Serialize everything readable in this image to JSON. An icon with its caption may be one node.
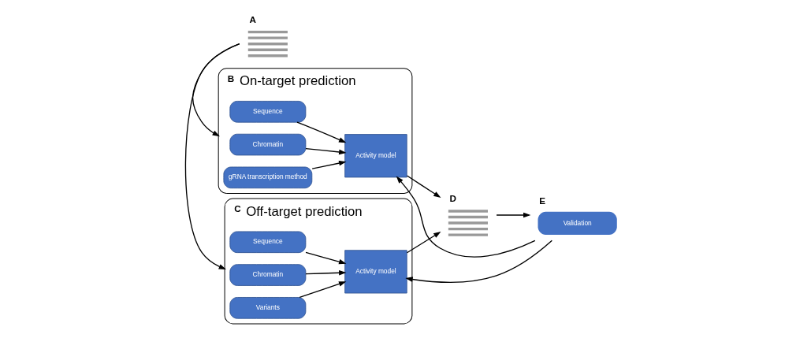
{
  "diagram": {
    "nodes": [
      {
        "text": [
          "On-target prediction"
        ],
        "beside": [
          "B"
        ]
      },
      {
        "text": [
          "Sequence"
        ],
        "in": 0
      },
      {
        "text": [
          "Chromatin"
        ],
        "in": 0
      },
      {
        "text": [
          "gRNA transcription method"
        ],
        "in": 0
      },
      {
        "text": [
          "Activity model"
        ],
        "in": 0
      },
      {
        "text": [
          "Off-target prediction"
        ],
        "beside": [
          "C"
        ]
      },
      {
        "text": [
          "Sequence"
        ],
        "in": 5
      },
      {
        "text": [
          "Chromatin"
        ],
        "in": 5
      },
      {
        "text": [
          "Variants"
        ],
        "in": 5
      },
      {
        "text": [
          "Activity model"
        ],
        "in": 5
      },
      {
        "text": [],
        "shape": "bar",
        "beside": [
          "A"
        ]
      },
      {
        "text": [],
        "shape": "bar",
        "beside": [
          "D"
        ]
      },
      {
        "text": [
          "Validation"
        ],
        "beside": [
          "E"
        ]
      }
    ],
    "edges": [
      {
        "from": 10,
        "to": 0,
        "arrow": "to"
      },
      {
        "from": 10,
        "to": 5,
        "arrow": "to"
      },
      {
        "from": 1,
        "to": 4,
        "arrow": "to"
      },
      {
        "from": 2,
        "to": 4,
        "arrow": "to"
      },
      {
        "from": 3,
        "to": 4,
        "arrow": "to"
      },
      {
        "from": 6,
        "to": 9,
        "arrow": "to"
      },
      {
        "from": 7,
        "to": 9,
        "arrow": "to"
      },
      {
        "from": 8,
        "to": 9,
        "arrow": "to"
      },
      {
        "from": 4,
        "to": 11,
        "arrow": "to"
      },
      {
        "from": 9,
        "to": 11,
        "arrow": "to"
      },
      {
        "from": 11,
        "to": 12,
        "arrow": "to"
      },
      {
        "from": 12,
        "to": 4,
        "arrow": "to"
      },
      {
        "from": 12,
        "to": 9,
        "arrow": "to"
      }
    ]
  }
}
